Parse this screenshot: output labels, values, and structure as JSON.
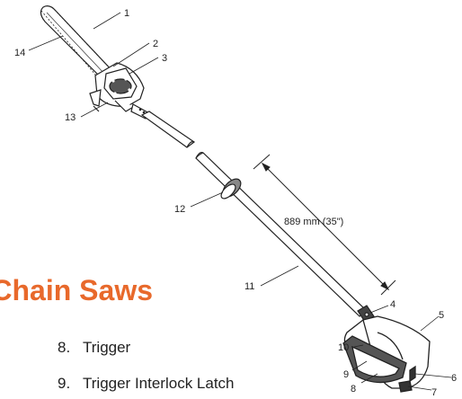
{
  "section_heading": "Chain Saws",
  "colors": {
    "heading": "#e8692b",
    "line_art": "#222222"
  },
  "dimension_label": "889 mm (35\")",
  "callouts": [
    "1",
    "2",
    "3",
    "4",
    "5",
    "6",
    "7",
    "8",
    "9",
    "10",
    "11",
    "12",
    "13",
    "14"
  ],
  "parts_list": [
    {
      "number": "8.",
      "name": "Trigger"
    },
    {
      "number": "9.",
      "name": "Trigger Interlock Latch"
    }
  ]
}
